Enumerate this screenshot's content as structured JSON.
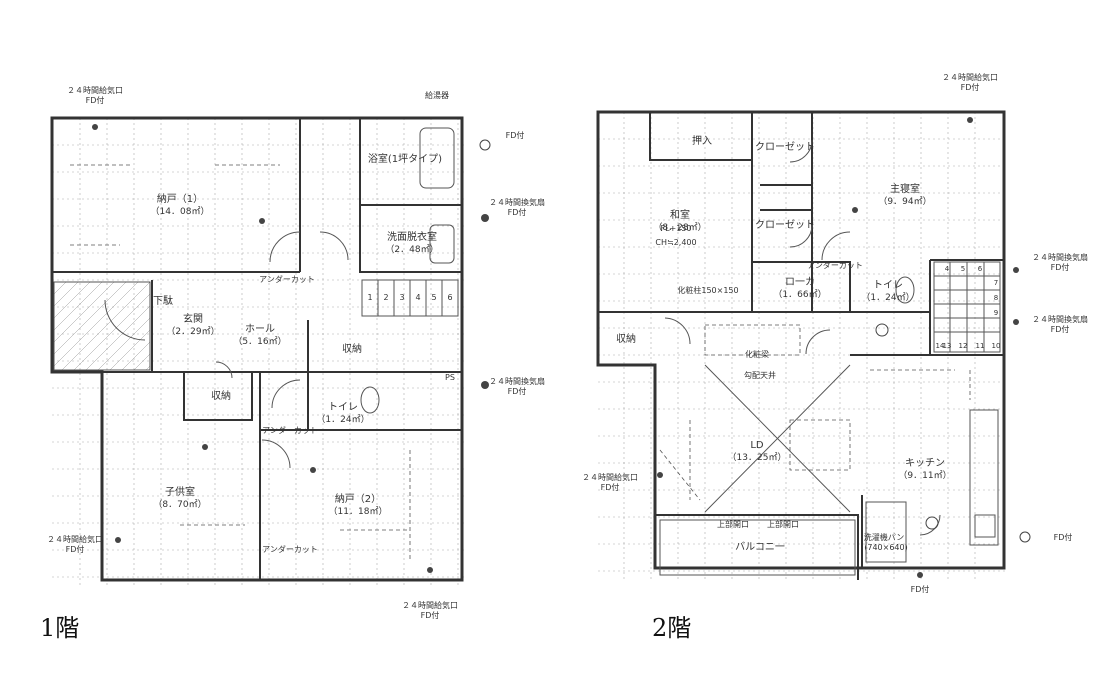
{
  "floors": [
    {
      "id": "1f",
      "caption": "1階",
      "rooms": [
        {
          "key": "nando1",
          "name": "納戸（1）",
          "area": "（14．08㎡）"
        },
        {
          "key": "bath",
          "name": "浴室(1坪タイプ)",
          "area": ""
        },
        {
          "key": "wash",
          "name": "洗面脱衣室",
          "area": "（2．48㎡）"
        },
        {
          "key": "genkan",
          "name": "玄関",
          "area": "（2．29㎡）"
        },
        {
          "key": "hall",
          "name": "ホール",
          "area": "（5．16㎡）"
        },
        {
          "key": "shuno_a",
          "name": "収納",
          "area": ""
        },
        {
          "key": "shuno_b",
          "name": "収納",
          "area": ""
        },
        {
          "key": "toilet",
          "name": "トイレ",
          "area": "（1．24㎡）"
        },
        {
          "key": "kodomo",
          "name": "子供室",
          "area": "（8．70㎡）"
        },
        {
          "key": "nando2",
          "name": "納戸（2）",
          "area": "（11．18㎡）"
        },
        {
          "key": "kutsu",
          "name": "下駄",
          "area": ""
        }
      ],
      "annotations": [
        {
          "key": "kyu_tl",
          "lines": [
            "２４時間給気口",
            "FD付"
          ]
        },
        {
          "key": "kyuto",
          "lines": [
            "給湯器"
          ]
        },
        {
          "key": "fd_r1",
          "lines": [
            "FD付"
          ]
        },
        {
          "key": "kanki_r",
          "lines": [
            "２４時間換気扇",
            "FD付"
          ]
        },
        {
          "key": "kanki_r2",
          "lines": [
            "２４時間換気扇",
            "FD付"
          ]
        },
        {
          "key": "kyu_l",
          "lines": [
            "２４時間給気口",
            "FD付"
          ]
        },
        {
          "key": "kyu_b",
          "lines": [
            "２４時間給気口",
            "FD付"
          ]
        },
        {
          "key": "under_1",
          "lines": [
            "アンダーカット"
          ]
        },
        {
          "key": "under_2",
          "lines": [
            "アンダーカット"
          ]
        },
        {
          "key": "under_3",
          "lines": [
            "アンダーカット"
          ]
        },
        {
          "key": "ps",
          "lines": [
            "PS"
          ]
        }
      ],
      "stair_numbers": [
        "1",
        "2",
        "3",
        "4",
        "5",
        "6"
      ]
    },
    {
      "id": "2f",
      "caption": "2階",
      "rooms": [
        {
          "key": "oshiire",
          "name": "押入",
          "area": ""
        },
        {
          "key": "closet1",
          "name": "クローゼット",
          "area": ""
        },
        {
          "key": "closet2",
          "name": "クローゼット",
          "area": ""
        },
        {
          "key": "shinshitsu",
          "name": "主寝室",
          "area": "（9．94㎡）"
        },
        {
          "key": "washitsu",
          "name": "和室",
          "area": "（8．28㎡）"
        },
        {
          "key": "roka",
          "name": "ロ一カ",
          "area": "（1．66㎡）"
        },
        {
          "key": "toilet2",
          "name": "トイレ",
          "area": "（1．24㎡）"
        },
        {
          "key": "shuno2",
          "name": "収納",
          "area": ""
        },
        {
          "key": "ld",
          "name": "LD",
          "area": "（13．25㎡）"
        },
        {
          "key": "kitchen",
          "name": "キッチン",
          "area": "（9．11㎡）"
        },
        {
          "key": "balcony",
          "name": "バルコニ一",
          "area": ""
        }
      ],
      "notes": [
        {
          "key": "fl",
          "text": "FL+150"
        },
        {
          "key": "ch",
          "text": "CH≒2,400"
        },
        {
          "key": "keshou",
          "text": "化粧柱150×150"
        },
        {
          "key": "keshoubari",
          "text": "化粧梁"
        },
        {
          "key": "fukinuke",
          "text": "勾配天井"
        },
        {
          "key": "joubu1",
          "text": "上部開口"
        },
        {
          "key": "joubu2",
          "text": "上部開口"
        },
        {
          "key": "sentaku",
          "text": "洗濯機パン"
        },
        {
          "key": "sentaku_size",
          "text": "(740×640)"
        }
      ],
      "annotations": [
        {
          "key": "kyu_tr",
          "lines": [
            "２４時間給気口",
            "FD付"
          ]
        },
        {
          "key": "kanki_a",
          "lines": [
            "２４時間換気扇",
            "FD付"
          ]
        },
        {
          "key": "kanki_b",
          "lines": [
            "２４時間換気扇",
            "FD付"
          ]
        },
        {
          "key": "kyu_l2",
          "lines": [
            "２４時間給気口",
            "FD付"
          ]
        },
        {
          "key": "fd_r",
          "lines": [
            "FD付"
          ]
        },
        {
          "key": "fd_b",
          "lines": [
            "FD付"
          ]
        },
        {
          "key": "under_4",
          "lines": [
            "アンダーカット"
          ]
        }
      ],
      "stair_numbers": [
        "4",
        "5",
        "6",
        "7",
        "8",
        "9",
        "10",
        "11",
        "12",
        "13",
        "14"
      ]
    }
  ]
}
